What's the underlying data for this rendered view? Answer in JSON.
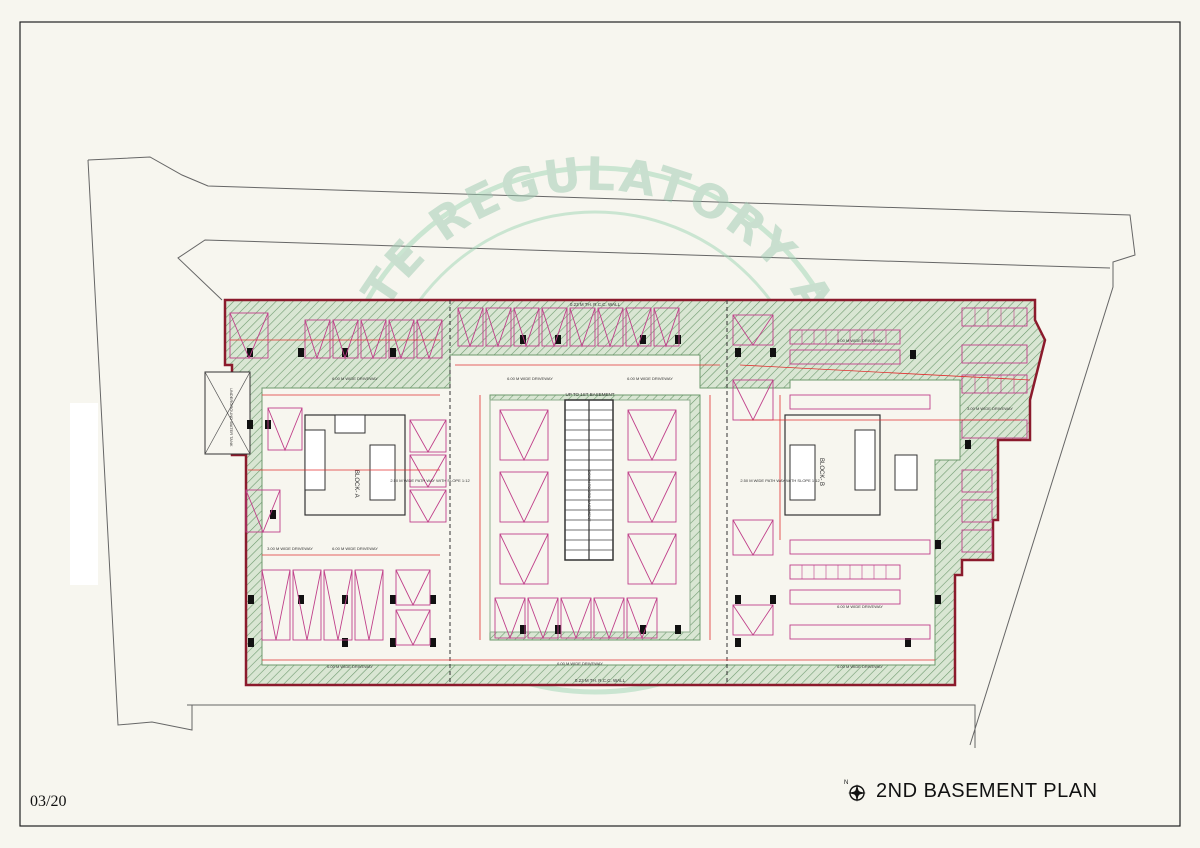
{
  "drawing": {
    "title": "2ND BASEMENT PLAN",
    "page_number": "03/20",
    "north_label": "N",
    "watermark": "REAL ESTATE REGULATORY AUTHORITY"
  },
  "labels": {
    "wall_top": "0.23 M TH. R.C.C. WALL",
    "wall_bottom": "0.23 M TH. R.C.C. WALL",
    "driveway": "6.00 M WIDE DRIVEWAY",
    "driveway_alt": "3.00 M WIDE DRIVEWAY",
    "ramp_up": "UP TO 1ST BASEMENT",
    "ramp_down": "DOWN TO 3RD BASEMENT",
    "path_a": "2.50 M WIDE PATH WAY WITH SLOPE 1:12",
    "path_b": "2.50 M WIDE PATH WAY WITH SLOPE 1:12",
    "block_a": "BLOCK- A",
    "block_b": "BLOCK- B",
    "ug_tank": "UNDERGROUND WATER TANK"
  },
  "colors": {
    "boundary": "#555555",
    "wall": "#8b1a2c",
    "hatch": "#5f8a5f",
    "parking": "#c0408a",
    "dimension": "#e03030",
    "watermark": "#7fcaa0"
  }
}
